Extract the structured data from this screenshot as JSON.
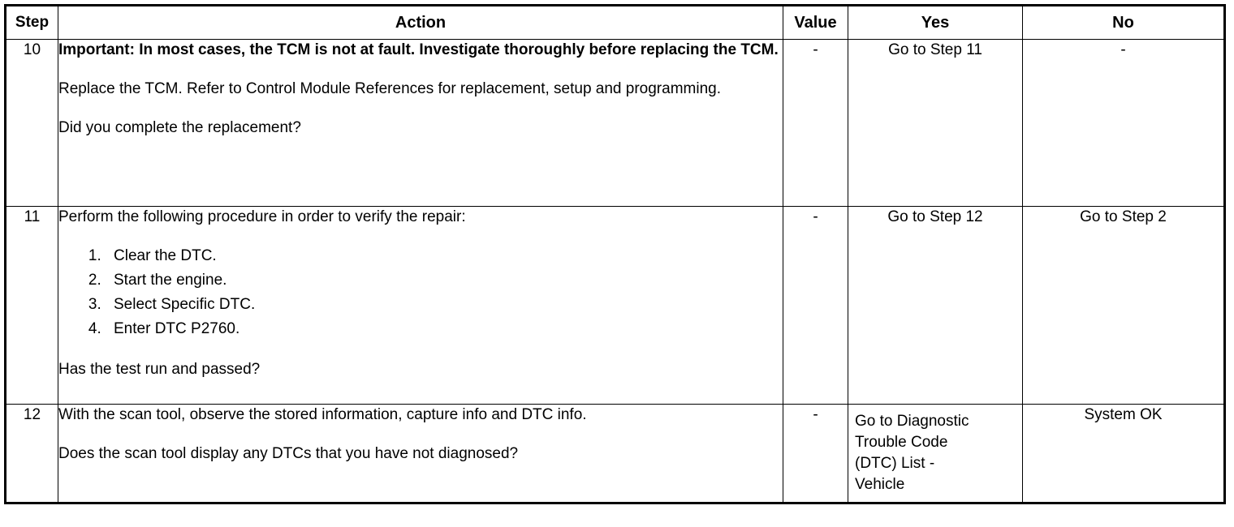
{
  "table": {
    "headers": {
      "step": "Step",
      "action": "Action",
      "value": "Value",
      "yes": "Yes",
      "no": "No"
    },
    "rows": [
      {
        "step": "10",
        "action": {
          "note": "Important: In most cases, the TCM is not at fault. Investigate thoroughly before replacing the TCM.",
          "body": "Replace the TCM. Refer to Control Module References for replacement, setup and programming.",
          "question": "Did you complete the replacement?"
        },
        "value": "-",
        "yes": "Go to Step 11",
        "no": "-"
      },
      {
        "step": "11",
        "action": {
          "intro": "Perform the following procedure in order to verify the repair:",
          "list": [
            "Clear the DTC.",
            "Start the engine.",
            "Select Specific DTC.",
            "Enter DTC P2760."
          ],
          "question": "Has the test run and passed?"
        },
        "value": "-",
        "yes": "Go to Step 12",
        "no": "Go to Step 2"
      },
      {
        "step": "12",
        "action": {
          "body": "With the scan tool, observe the stored information, capture info and DTC info.",
          "question": "Does the scan tool display any DTCs that you have not diagnosed?"
        },
        "value": "-",
        "yes_lines": [
          "Go to Diagnostic",
          "Trouble Code",
          "(DTC) List -",
          "Vehicle"
        ],
        "no": "System OK"
      }
    ]
  },
  "colors": {
    "border": "#000000",
    "text": "#000000",
    "background": "#ffffff"
  }
}
